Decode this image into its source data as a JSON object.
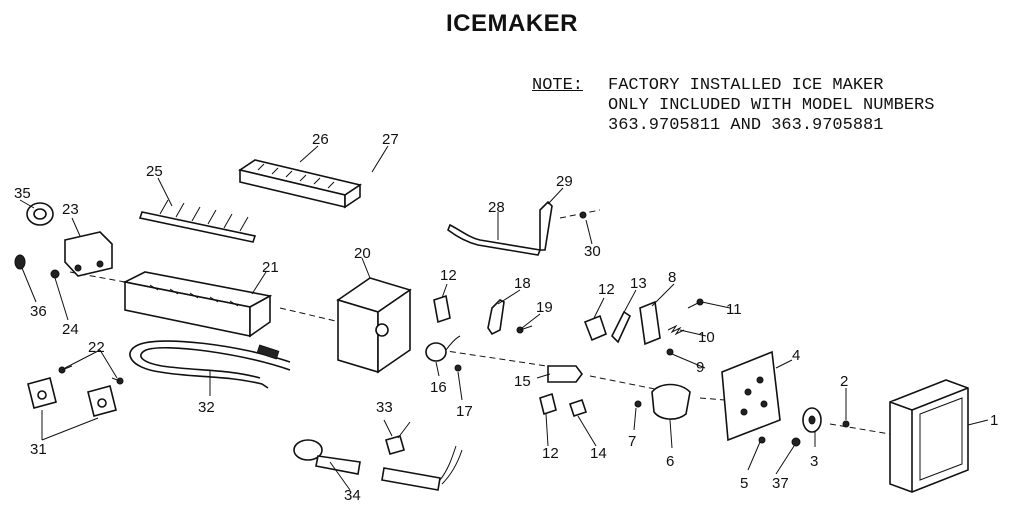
{
  "title": "ICEMAKER",
  "note": {
    "label": "NOTE:",
    "lines": [
      "FACTORY INSTALLED ICE MAKER",
      "ONLY INCLUDED WITH MODEL NUMBERS",
      "363.9705811 AND 363.9705881"
    ]
  },
  "parts": {
    "p1": "1",
    "p2": "2",
    "p3": "3",
    "p4": "4",
    "p5": "5",
    "p6": "6",
    "p7": "7",
    "p8": "8",
    "p9": "9",
    "p10": "10",
    "p11": "11",
    "p12a": "12",
    "p12b": "12",
    "p12c": "12",
    "p13": "13",
    "p14": "14",
    "p15": "15",
    "p16": "16",
    "p17": "17",
    "p18": "18",
    "p19": "19",
    "p20": "20",
    "p21": "21",
    "p22": "22",
    "p23": "23",
    "p24": "24",
    "p25": "25",
    "p26": "26",
    "p27": "27",
    "p28": "28",
    "p29": "29",
    "p30": "30",
    "p31": "31",
    "p32": "32",
    "p33": "33",
    "p34": "34",
    "p35": "35",
    "p36": "36",
    "p37": "37"
  }
}
